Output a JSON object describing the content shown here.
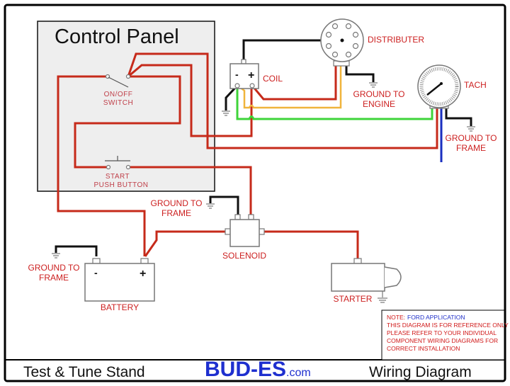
{
  "diagram": {
    "title": "Test & Tune Stand Wiring Diagram",
    "control_panel": {
      "title": "Control Panel",
      "switch_label_line1": "ON/OFF",
      "switch_label_line2": "SWITCH",
      "button_label_line1": "START",
      "button_label_line2": "PUSH  BUTTON"
    },
    "components": {
      "coil": {
        "label": "COIL",
        "minus": "-",
        "plus": "+"
      },
      "distributer": {
        "label": "DISTRIBUTER",
        "ground_line1": "GROUND TO",
        "ground_line2": "ENGINE"
      },
      "tach": {
        "label": "TACH",
        "ground_line1": "GROUND TO",
        "ground_line2": "FRAME"
      },
      "solenoid": {
        "label": "SOLENOID",
        "ground_line1": "GROUND TO",
        "ground_line2": "FRAME"
      },
      "battery": {
        "label": "BATTERY",
        "minus": "-",
        "plus": "+",
        "ground_line1": "GROUND TO",
        "ground_line2": "FRAME"
      },
      "starter": {
        "label": "STARTER"
      }
    },
    "wire_colors": {
      "power": "#c62a1a",
      "ground": "#111111",
      "green": "#3fd43a",
      "yellow": "#f0b43c",
      "blue": "#1a2fc0"
    },
    "note": {
      "prefix": "NOTE:",
      "application": "FORD APPLICATION",
      "lines": [
        "THIS DIAGRAM IS FOR REFERENCE ONLY",
        "PLEASE REFER TO YOUR INDIVIDUAL",
        "COMPONENT WIRING DIAGRAMS FOR",
        "CORRECT INSTALLATION"
      ]
    },
    "footer": {
      "left": "Test & Tune Stand",
      "brand": "BUD-ES",
      "brand_suffix": ".com",
      "right": "Wiring Diagram"
    }
  }
}
